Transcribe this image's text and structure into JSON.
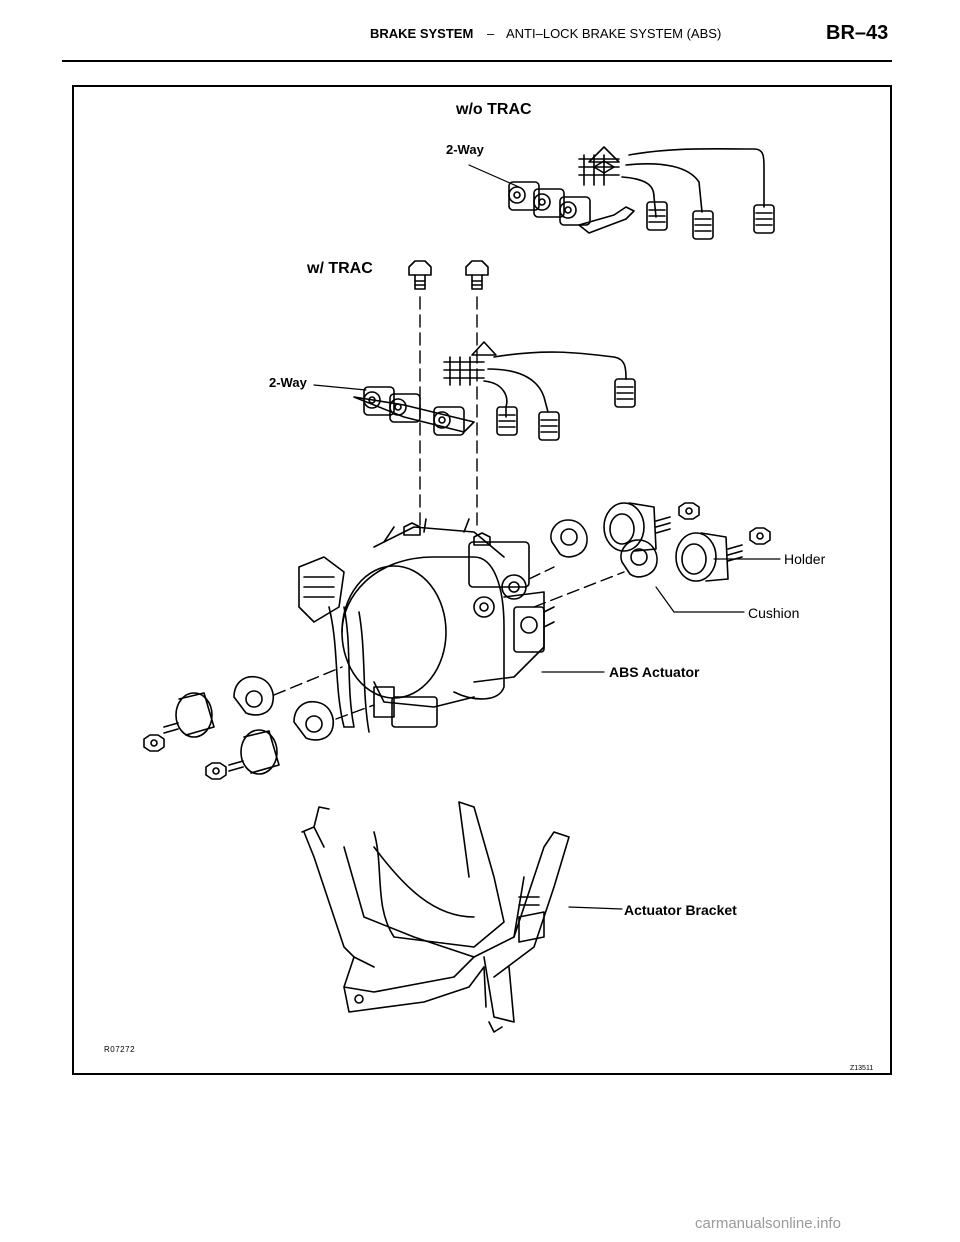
{
  "header": {
    "section": "BRAKE SYSTEM",
    "dash": "–",
    "subsection": "ANTI–LOCK BRAKE SYSTEM (ABS)",
    "page": "BR–43"
  },
  "figure": {
    "labels": {
      "wo_trac": "w/o TRAC",
      "two_way_top": "2-Way",
      "w_trac": "w/ TRAC",
      "two_way_mid": "2-Way",
      "holder": "Holder",
      "cushion": "Cushion",
      "abs_actuator": "ABS Actuator",
      "actuator_bracket": "Actuator Bracket"
    },
    "figure_code": "R07272",
    "drawing_code": "Z13511"
  },
  "watermark": "carmanualsonline.info",
  "icons": [
    "abs-actuator-drawing",
    "two-way-valve-drawing",
    "bracket-drawing",
    "bolt-icon",
    "cushion-icon",
    "holder-icon"
  ]
}
